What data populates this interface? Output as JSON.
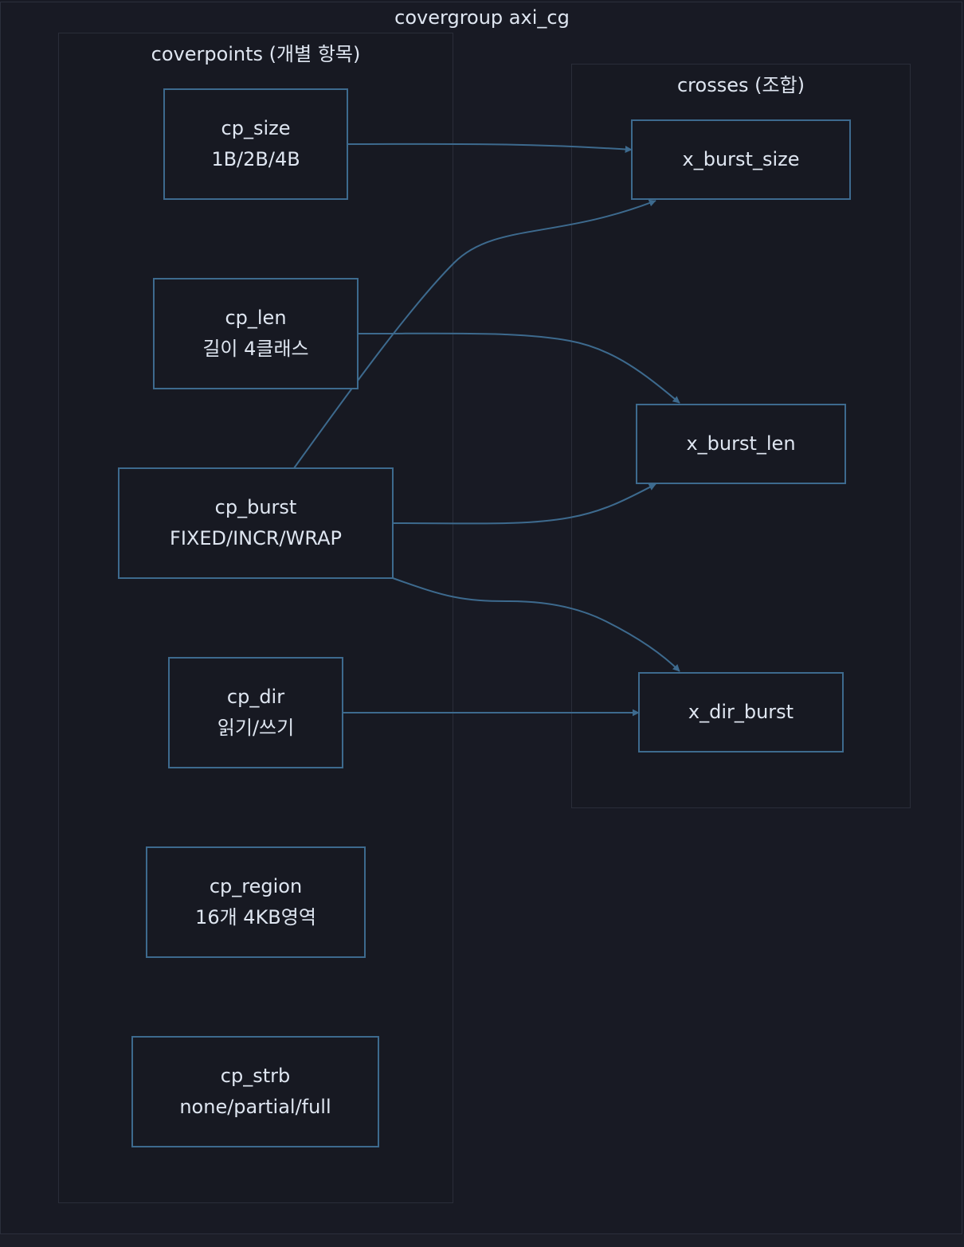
{
  "diagram": {
    "title": "covergroup axi_cg",
    "coverpoints_group": {
      "title": "coverpoints (개별 항목)",
      "nodes": [
        {
          "id": "cp_size",
          "line1": "cp_size",
          "line2": "1B/2B/4B"
        },
        {
          "id": "cp_len",
          "line1": "cp_len",
          "line2": "길이 4클래스"
        },
        {
          "id": "cp_burst",
          "line1": "cp_burst",
          "line2": "FIXED/INCR/WRAP"
        },
        {
          "id": "cp_dir",
          "line1": "cp_dir",
          "line2": "읽기/쓰기"
        },
        {
          "id": "cp_region",
          "line1": "cp_region",
          "line2": "16개 4KB영역"
        },
        {
          "id": "cp_strb",
          "line1": "cp_strb",
          "line2": "none/partial/full"
        }
      ]
    },
    "crosses_group": {
      "title": "crosses (조합)",
      "nodes": [
        {
          "id": "x_burst_size",
          "label": "x_burst_size"
        },
        {
          "id": "x_burst_len",
          "label": "x_burst_len"
        },
        {
          "id": "x_dir_burst",
          "label": "x_dir_burst"
        }
      ]
    },
    "edges": [
      {
        "from": "cp_size",
        "to": "x_burst_size"
      },
      {
        "from": "cp_burst",
        "to": "x_burst_size"
      },
      {
        "from": "cp_len",
        "to": "x_burst_len"
      },
      {
        "from": "cp_burst",
        "to": "x_burst_len"
      },
      {
        "from": "cp_burst",
        "to": "x_dir_burst"
      },
      {
        "from": "cp_dir",
        "to": "x_dir_burst"
      }
    ],
    "colors": {
      "background": "#181a24",
      "node_border": "#3d6a8e",
      "edge": "#3d6a8e",
      "text": "#dfe6f1",
      "cluster_border": "#2a2d39"
    }
  }
}
